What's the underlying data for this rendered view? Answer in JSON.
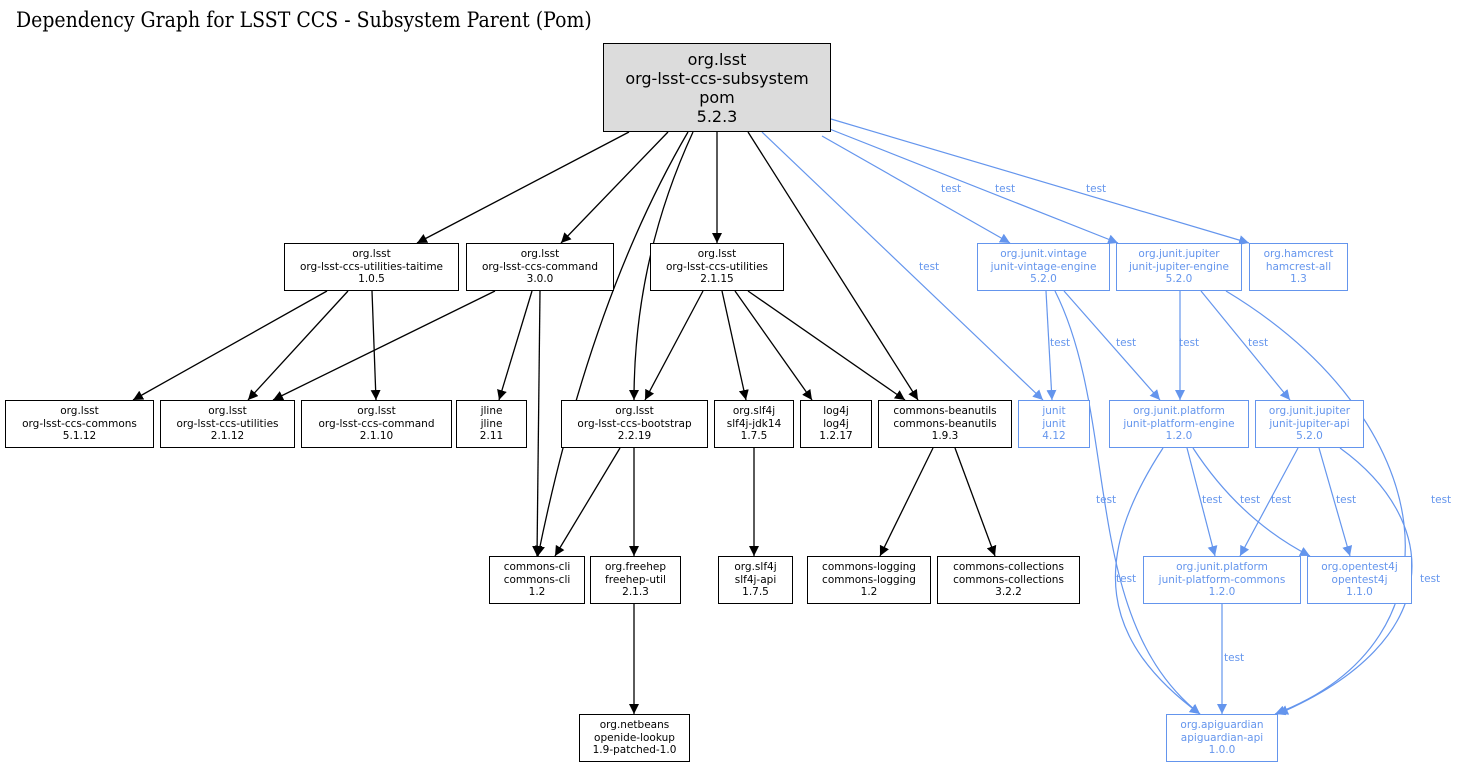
{
  "title": "Dependency Graph for LSST CCS - Subsystem Parent (Pom)",
  "colors": {
    "compile": "#000000",
    "test": "#6495ED",
    "root_fill": "#dcdcdc"
  },
  "nodes": [
    {
      "id": "root",
      "group": "org.lsst",
      "artifact": "org-lsst-ccs-subsystem",
      "packaging": "pom",
      "version": "5.2.3",
      "scope": "root"
    },
    {
      "id": "taitime",
      "group": "org.lsst",
      "artifact": "org-lsst-ccs-utilities-taitime",
      "version": "1.0.5",
      "scope": "compile"
    },
    {
      "id": "command300",
      "group": "org.lsst",
      "artifact": "org-lsst-ccs-command",
      "version": "3.0.0",
      "scope": "compile"
    },
    {
      "id": "utilities2115",
      "group": "org.lsst",
      "artifact": "org-lsst-ccs-utilities",
      "version": "2.1.15",
      "scope": "compile"
    },
    {
      "id": "vintage",
      "group": "org.junit.vintage",
      "artifact": "junit-vintage-engine",
      "version": "5.2.0",
      "scope": "test"
    },
    {
      "id": "jupiterengine",
      "group": "org.junit.jupiter",
      "artifact": "junit-jupiter-engine",
      "version": "5.2.0",
      "scope": "test"
    },
    {
      "id": "hamcrest",
      "group": "org.hamcrest",
      "artifact": "hamcrest-all",
      "version": "1.3",
      "scope": "test"
    },
    {
      "id": "commons",
      "group": "org.lsst",
      "artifact": "org-lsst-ccs-commons",
      "version": "5.1.12",
      "scope": "compile"
    },
    {
      "id": "utilities2112",
      "group": "org.lsst",
      "artifact": "org-lsst-ccs-utilities",
      "version": "2.1.12",
      "scope": "compile"
    },
    {
      "id": "command2110",
      "group": "org.lsst",
      "artifact": "org-lsst-ccs-command",
      "version": "2.1.10",
      "scope": "compile"
    },
    {
      "id": "jline",
      "group": "jline",
      "artifact": "jline",
      "version": "2.11",
      "scope": "compile"
    },
    {
      "id": "bootstrap",
      "group": "org.lsst",
      "artifact": "org-lsst-ccs-bootstrap",
      "version": "2.2.19",
      "scope": "compile"
    },
    {
      "id": "slf4jjdk14",
      "group": "org.slf4j",
      "artifact": "slf4j-jdk14",
      "version": "1.7.5",
      "scope": "compile"
    },
    {
      "id": "log4j",
      "group": "log4j",
      "artifact": "log4j",
      "version": "1.2.17",
      "scope": "compile"
    },
    {
      "id": "beanutils",
      "group": "commons-beanutils",
      "artifact": "commons-beanutils",
      "version": "1.9.3",
      "scope": "compile"
    },
    {
      "id": "junit",
      "group": "junit",
      "artifact": "junit",
      "version": "4.12",
      "scope": "test"
    },
    {
      "id": "platformengine",
      "group": "org.junit.platform",
      "artifact": "junit-platform-engine",
      "version": "1.2.0",
      "scope": "test"
    },
    {
      "id": "jupiterapi",
      "group": "org.junit.jupiter",
      "artifact": "junit-jupiter-api",
      "version": "5.2.0",
      "scope": "test"
    },
    {
      "id": "cli",
      "group": "commons-cli",
      "artifact": "commons-cli",
      "version": "1.2",
      "scope": "compile"
    },
    {
      "id": "freehep",
      "group": "org.freehep",
      "artifact": "freehep-util",
      "version": "2.1.3",
      "scope": "compile"
    },
    {
      "id": "slf4japi",
      "group": "org.slf4j",
      "artifact": "slf4j-api",
      "version": "1.7.5",
      "scope": "compile"
    },
    {
      "id": "logging",
      "group": "commons-logging",
      "artifact": "commons-logging",
      "version": "1.2",
      "scope": "compile"
    },
    {
      "id": "collections",
      "group": "commons-collections",
      "artifact": "commons-collections",
      "version": "3.2.2",
      "scope": "compile"
    },
    {
      "id": "platformcommons",
      "group": "org.junit.platform",
      "artifact": "junit-platform-commons",
      "version": "1.2.0",
      "scope": "test"
    },
    {
      "id": "opentest4j",
      "group": "org.opentest4j",
      "artifact": "opentest4j",
      "version": "1.1.0",
      "scope": "test"
    },
    {
      "id": "openide",
      "group": "org.netbeans",
      "artifact": "openide-lookup",
      "version": "1.9-patched-1.0",
      "scope": "compile"
    },
    {
      "id": "apiguardian",
      "group": "org.apiguardian",
      "artifact": "apiguardian-api",
      "version": "1.0.0",
      "scope": "test"
    }
  ],
  "edges": [
    {
      "from": "root",
      "to": "taitime",
      "scope": "compile",
      "label": ""
    },
    {
      "from": "root",
      "to": "command300",
      "scope": "compile",
      "label": ""
    },
    {
      "from": "root",
      "to": "utilities2115",
      "scope": "compile",
      "label": ""
    },
    {
      "from": "root",
      "to": "bootstrap",
      "scope": "compile",
      "label": ""
    },
    {
      "from": "root",
      "to": "cli",
      "scope": "compile",
      "label": ""
    },
    {
      "from": "root",
      "to": "beanutils",
      "scope": "compile",
      "label": ""
    },
    {
      "from": "root",
      "to": "junit",
      "scope": "test",
      "label": "test"
    },
    {
      "from": "root",
      "to": "vintage",
      "scope": "test",
      "label": "test"
    },
    {
      "from": "root",
      "to": "jupiterengine",
      "scope": "test",
      "label": "test"
    },
    {
      "from": "root",
      "to": "hamcrest",
      "scope": "test",
      "label": "test"
    },
    {
      "from": "taitime",
      "to": "commons",
      "scope": "compile",
      "label": ""
    },
    {
      "from": "taitime",
      "to": "utilities2112",
      "scope": "compile",
      "label": ""
    },
    {
      "from": "taitime",
      "to": "command2110",
      "scope": "compile",
      "label": ""
    },
    {
      "from": "command300",
      "to": "utilities2112",
      "scope": "compile",
      "label": ""
    },
    {
      "from": "command300",
      "to": "jline",
      "scope": "compile",
      "label": ""
    },
    {
      "from": "command300",
      "to": "cli",
      "scope": "compile",
      "label": ""
    },
    {
      "from": "utilities2115",
      "to": "bootstrap",
      "scope": "compile",
      "label": ""
    },
    {
      "from": "utilities2115",
      "to": "slf4jjdk14",
      "scope": "compile",
      "label": ""
    },
    {
      "from": "utilities2115",
      "to": "log4j",
      "scope": "compile",
      "label": ""
    },
    {
      "from": "utilities2115",
      "to": "beanutils",
      "scope": "compile",
      "label": ""
    },
    {
      "from": "bootstrap",
      "to": "cli",
      "scope": "compile",
      "label": ""
    },
    {
      "from": "bootstrap",
      "to": "freehep",
      "scope": "compile",
      "label": ""
    },
    {
      "from": "slf4jjdk14",
      "to": "slf4japi",
      "scope": "compile",
      "label": ""
    },
    {
      "from": "beanutils",
      "to": "logging",
      "scope": "compile",
      "label": ""
    },
    {
      "from": "beanutils",
      "to": "collections",
      "scope": "compile",
      "label": ""
    },
    {
      "from": "freehep",
      "to": "openide",
      "scope": "compile",
      "label": ""
    },
    {
      "from": "vintage",
      "to": "junit",
      "scope": "test",
      "label": "test"
    },
    {
      "from": "vintage",
      "to": "platformengine",
      "scope": "test",
      "label": "test"
    },
    {
      "from": "vintage",
      "to": "apiguardian",
      "scope": "test",
      "label": "test"
    },
    {
      "from": "jupiterengine",
      "to": "platformengine",
      "scope": "test",
      "label": "test"
    },
    {
      "from": "jupiterengine",
      "to": "jupiterapi",
      "scope": "test",
      "label": "test"
    },
    {
      "from": "jupiterengine",
      "to": "apiguardian",
      "scope": "test",
      "label": "test"
    },
    {
      "from": "platformengine",
      "to": "platformcommons",
      "scope": "test",
      "label": "test"
    },
    {
      "from": "platformengine",
      "to": "opentest4j",
      "scope": "test",
      "label": "test"
    },
    {
      "from": "platformengine",
      "to": "apiguardian",
      "scope": "test",
      "label": "test"
    },
    {
      "from": "jupiterapi",
      "to": "platformcommons",
      "scope": "test",
      "label": "test"
    },
    {
      "from": "jupiterapi",
      "to": "opentest4j",
      "scope": "test",
      "label": "test"
    },
    {
      "from": "jupiterapi",
      "to": "apiguardian",
      "scope": "test",
      "label": "test"
    },
    {
      "from": "platformcommons",
      "to": "apiguardian",
      "scope": "test",
      "label": "test"
    }
  ]
}
